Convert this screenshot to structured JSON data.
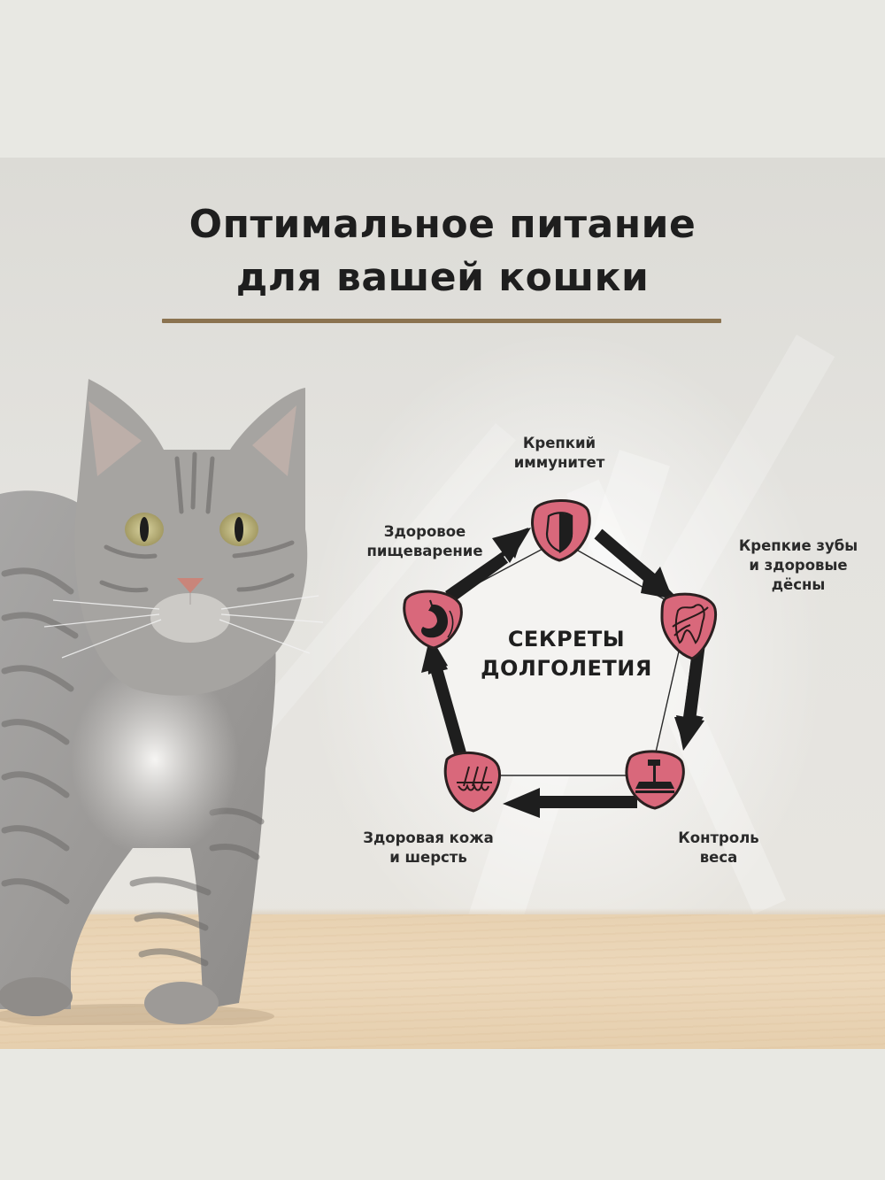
{
  "title": {
    "line1": "Оптимальное питание",
    "line2": "для вашей кошки"
  },
  "colors": {
    "background": "#e8e8e3",
    "accent_rule": "#8b7350",
    "badge_pink": "#d9687b",
    "badge_outline": "#2a2020",
    "arrow": "#1e1e1e",
    "text": "#1e1e1e",
    "floor": "#e8d2b2"
  },
  "diagram": {
    "center": {
      "line1": "СЕКРЕТЫ",
      "line2": "ДОЛГОЛЕТИЯ"
    },
    "nodes": [
      {
        "id": "immunity",
        "icon": "shield-icon",
        "line1": "Крепкий",
        "line2": "иммунитет"
      },
      {
        "id": "teeth",
        "icon": "tooth-icon",
        "line1": "Крепкие зубы",
        "line2": "и здоровые",
        "line3": "дёсны"
      },
      {
        "id": "weight",
        "icon": "scale-icon",
        "line1": "Контроль",
        "line2": "веса"
      },
      {
        "id": "skin",
        "icon": "hair-follicle-icon",
        "line1": "Здоровая кожа",
        "line2": "и шерсть"
      },
      {
        "id": "digestion",
        "icon": "stomach-icon",
        "line1": "Здоровое",
        "line2": "пищеварение"
      }
    ]
  }
}
